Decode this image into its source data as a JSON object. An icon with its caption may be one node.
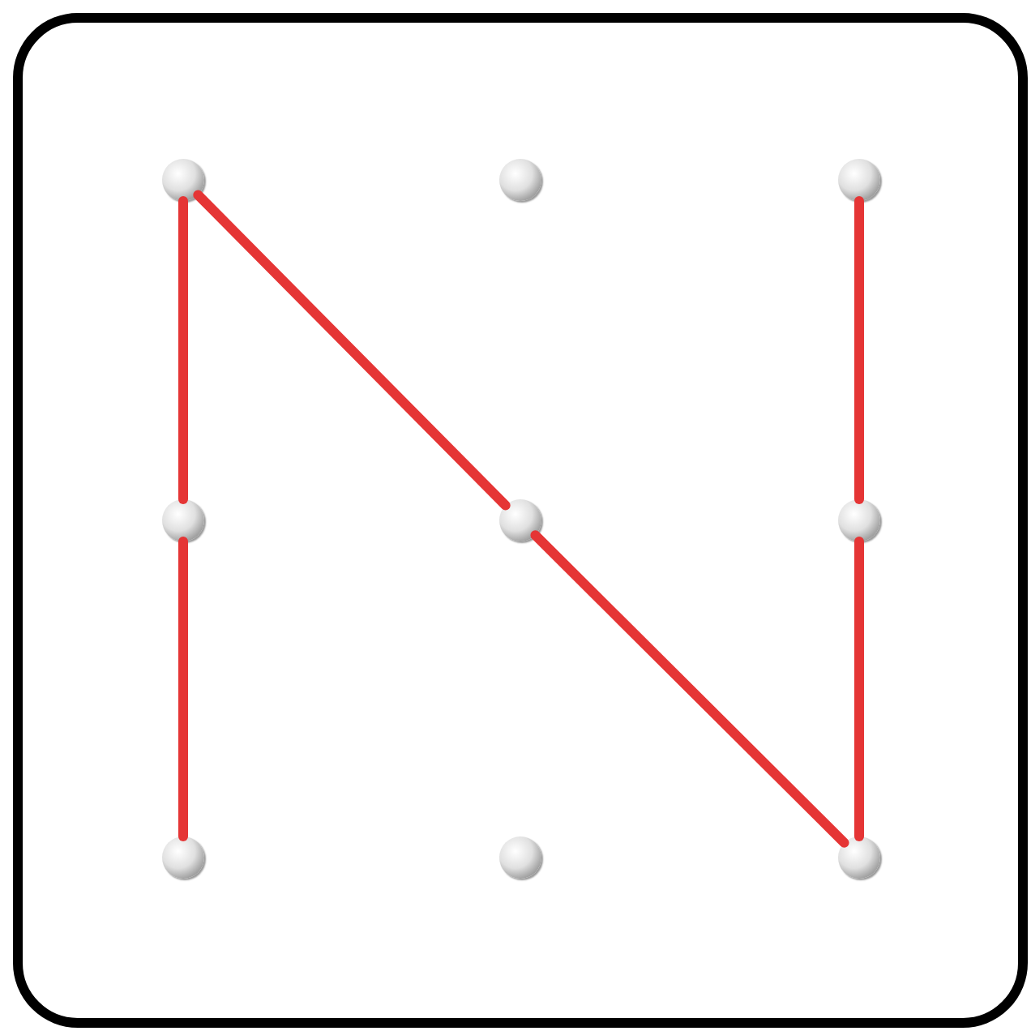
{
  "diagram": {
    "nodes": [
      {
        "text": [],
        "shape": "box"
      },
      {
        "text": [],
        "shape": "circle",
        "in": 0
      },
      {
        "text": [],
        "shape": "circle",
        "in": 0
      },
      {
        "text": [],
        "shape": "circle",
        "in": 0
      },
      {
        "text": [],
        "shape": "circle",
        "in": 0
      },
      {
        "text": [],
        "shape": "circle",
        "in": 0
      },
      {
        "text": [],
        "shape": "circle",
        "in": 0
      },
      {
        "text": [],
        "shape": "circle",
        "in": 0
      },
      {
        "text": [],
        "shape": "circle",
        "in": 0
      },
      {
        "text": [],
        "shape": "circle",
        "in": 0
      }
    ],
    "edges": [
      {
        "from": 7,
        "to": 4,
        "arrow": "none",
        "color": "#e53535"
      },
      {
        "from": 4,
        "to": 1,
        "arrow": "none",
        "color": "#e53535"
      },
      {
        "from": 1,
        "to": 5,
        "arrow": "none",
        "color": "#e53535"
      },
      {
        "from": 5,
        "to": 9,
        "arrow": "none",
        "color": "#e53535"
      },
      {
        "from": 9,
        "to": 6,
        "arrow": "none",
        "color": "#e53535"
      },
      {
        "from": 6,
        "to": 3,
        "arrow": "none",
        "color": "#e53535"
      }
    ]
  }
}
